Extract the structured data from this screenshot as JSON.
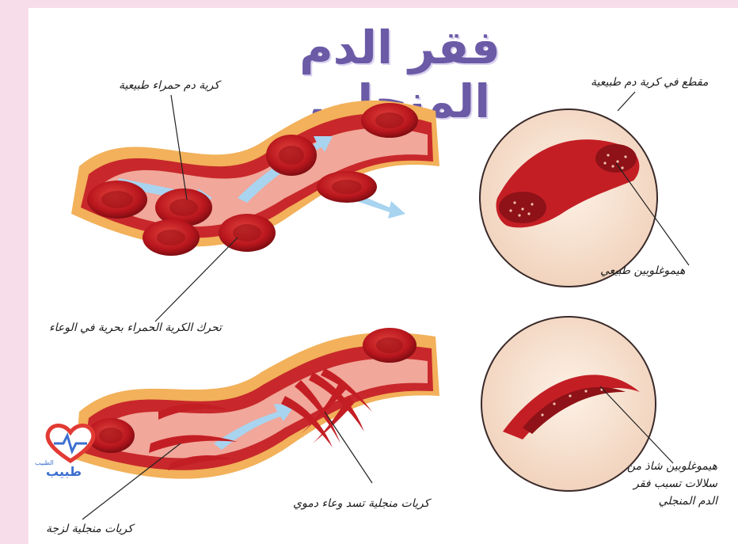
{
  "title": "فقر الدم المنجلي",
  "labels": {
    "normal_cell": "كرية دم حمراء طبيعية",
    "normal_section": "مقطع في كرية دم طبيعية",
    "normal_hemoglobin": "هيموغلوبين طبيعي",
    "movement": "تحرك الكرية الحمراء بحرية في الوعاء",
    "sticky_cells": "كريات منجلية لزجة",
    "blocking_cells": "كريات منجلية تسد وعاء دموي",
    "abnormal_hemoglobin": "هيموغلوبين شاذ من سلالات تسبب فقر الدم المنجلي"
  },
  "logo": {
    "text": "طبيب",
    "small": "الطبيب"
  },
  "colors": {
    "background": "#f7dde9",
    "title": "#6b5aa6",
    "vessel_outer": "#f2b15a",
    "vessel_wall": "#c8282b",
    "cell": "#c41e25",
    "flow_arrow": "#a8d4f0"
  }
}
